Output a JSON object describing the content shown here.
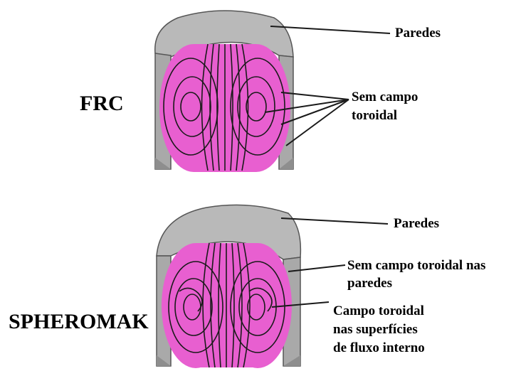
{
  "colors": {
    "plasma": "#e85fd0",
    "wall": "#b9b9b9",
    "wall_dark": "#8e8e8e",
    "line": "#1a1a1a"
  },
  "frc": {
    "name": "FRC",
    "walls_label": "Paredes",
    "no_field_label": [
      "Sem campo",
      "toroidal"
    ]
  },
  "spheromak": {
    "name": "SPHEROMAK",
    "walls_label": "Paredes",
    "no_field_walls_label": [
      "Sem campo toroidal nas",
      "paredes"
    ],
    "toroidal_field_label": [
      "Campo toroidal",
      "nas superfícies",
      "de fluxo interno"
    ]
  }
}
